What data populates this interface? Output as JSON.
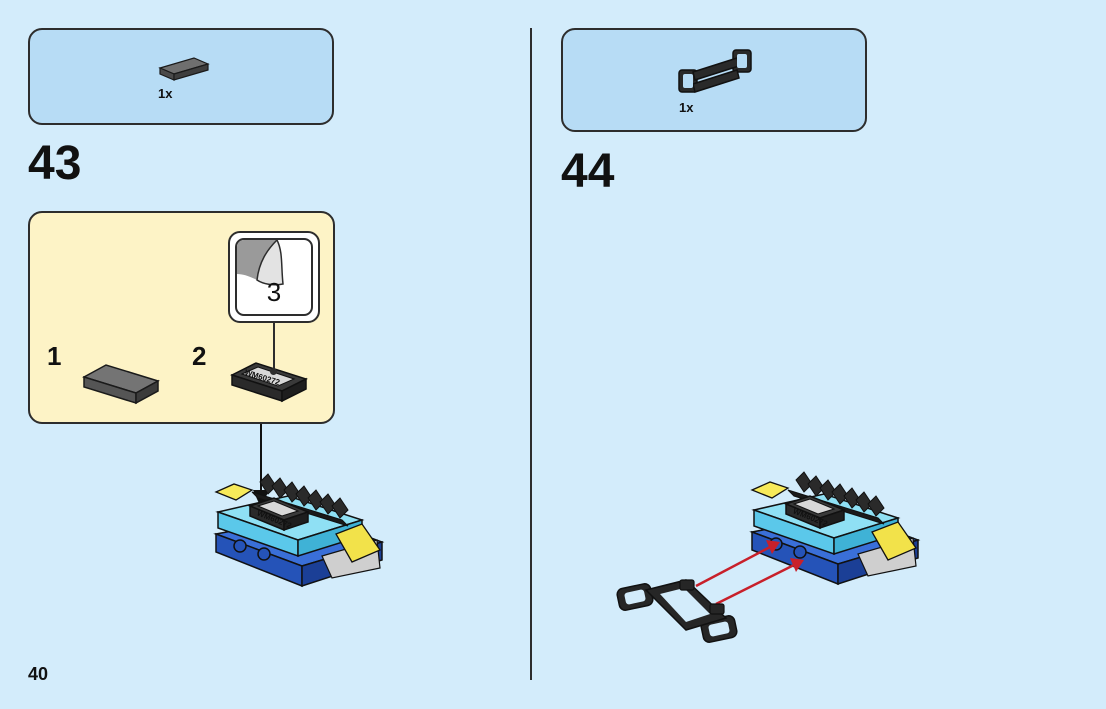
{
  "page": {
    "number": "40"
  },
  "steps": [
    {
      "number": "43",
      "parts": [
        {
          "quantity": "1x",
          "icon": "dark-gray-tile-1x2"
        }
      ],
      "sub_steps": [
        {
          "number": "1",
          "icon": "dark-gray-tile"
        },
        {
          "number": "2",
          "icon": "printed-tile"
        }
      ],
      "callout": {
        "count": "3",
        "icon": "sticker-sheet-icon"
      },
      "printed_tile_text": "WM60272"
    },
    {
      "number": "44",
      "parts": [
        {
          "quantity": "1x",
          "icon": "black-handlebar-bracket"
        }
      ],
      "printed_tile_text": "WM60272"
    }
  ],
  "colors": {
    "background": "#d3ecfb",
    "parts_box": "#b7dcf5",
    "sub_box": "#fdf3c6",
    "arrow": "#c8202a"
  }
}
